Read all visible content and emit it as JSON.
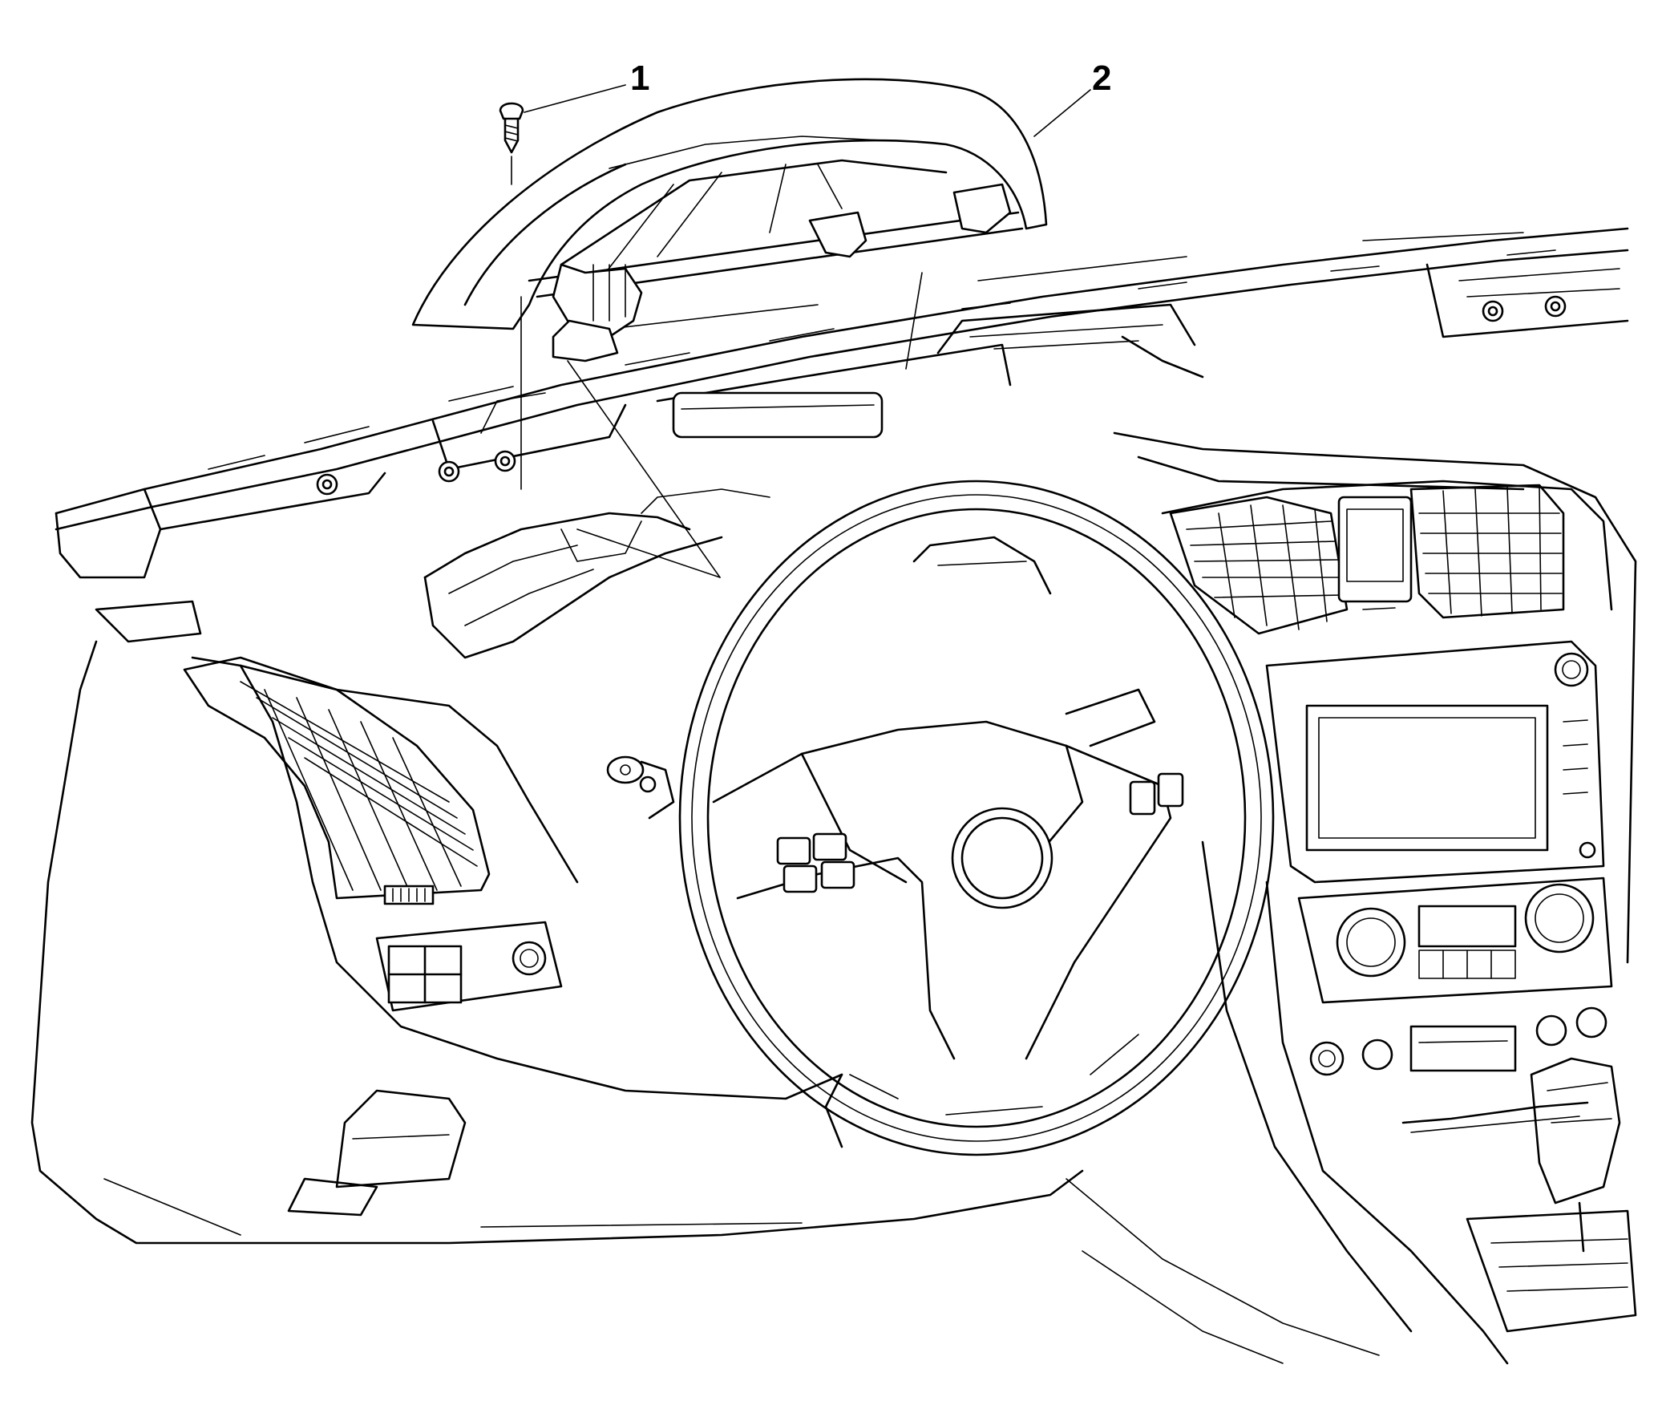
{
  "callouts": [
    {
      "number": "1",
      "part": "fastener"
    },
    {
      "number": "2",
      "part": "instrument-panel-cluster-trim-bezel"
    }
  ],
  "colors": {
    "line": "#000000",
    "background": "#ffffff"
  }
}
